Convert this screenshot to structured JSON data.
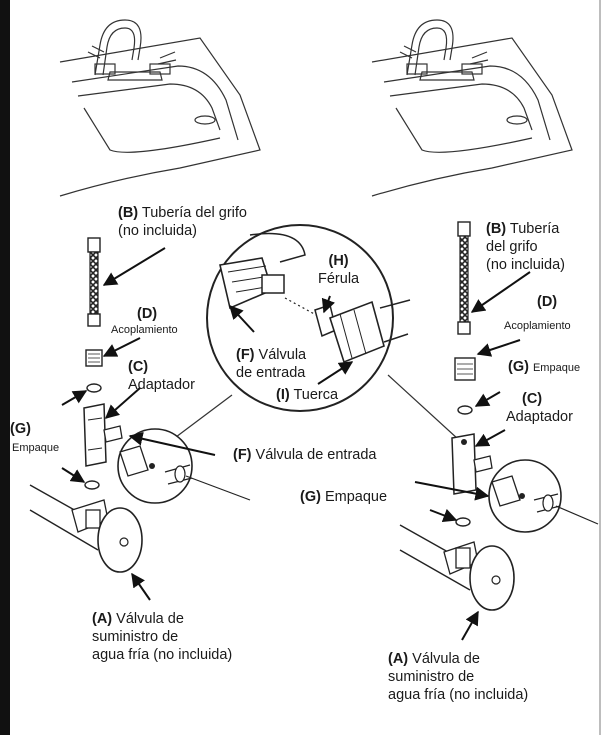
{
  "labels": {
    "left": {
      "b_key": "(B)",
      "b_line1": "Tubería del grifo",
      "b_line2": "(no incluida)",
      "d_key": "(D)",
      "d_text": "Acoplamiento",
      "c_key": "(C)",
      "c_text": "Adaptador",
      "g_key": "(G)",
      "g_text": "Empaque",
      "f_key": "(F)",
      "f_text": "Válvula de entrada",
      "a_key": "(A)",
      "a_line1": "Válvula de",
      "a_line2": "suministro de",
      "a_line3": "agua fría (no incluida)"
    },
    "center": {
      "h_key": "(H)",
      "h_text": "Férula",
      "f_key": "(F)",
      "f_line1": "Válvula",
      "f_line2": "de entrada",
      "i_key": "(I)",
      "i_text": "Tuerca"
    },
    "right": {
      "b_key": "(B)",
      "b_line1": "Tubería",
      "b_line2": "del grifo",
      "b_line3": "(no incluida)",
      "d_key": "(D)",
      "d_text": "Acoplamiento",
      "g1_key": "(G)",
      "g1_text": "Empaque",
      "c_key": "(C)",
      "c_text": "Adaptador",
      "g2_key": "(G)",
      "g2_text": "Empaque",
      "a_key": "(A)",
      "a_line1": "Válvula de",
      "a_line2": "suministro de",
      "a_line3": "agua fría (no incluida)"
    }
  }
}
